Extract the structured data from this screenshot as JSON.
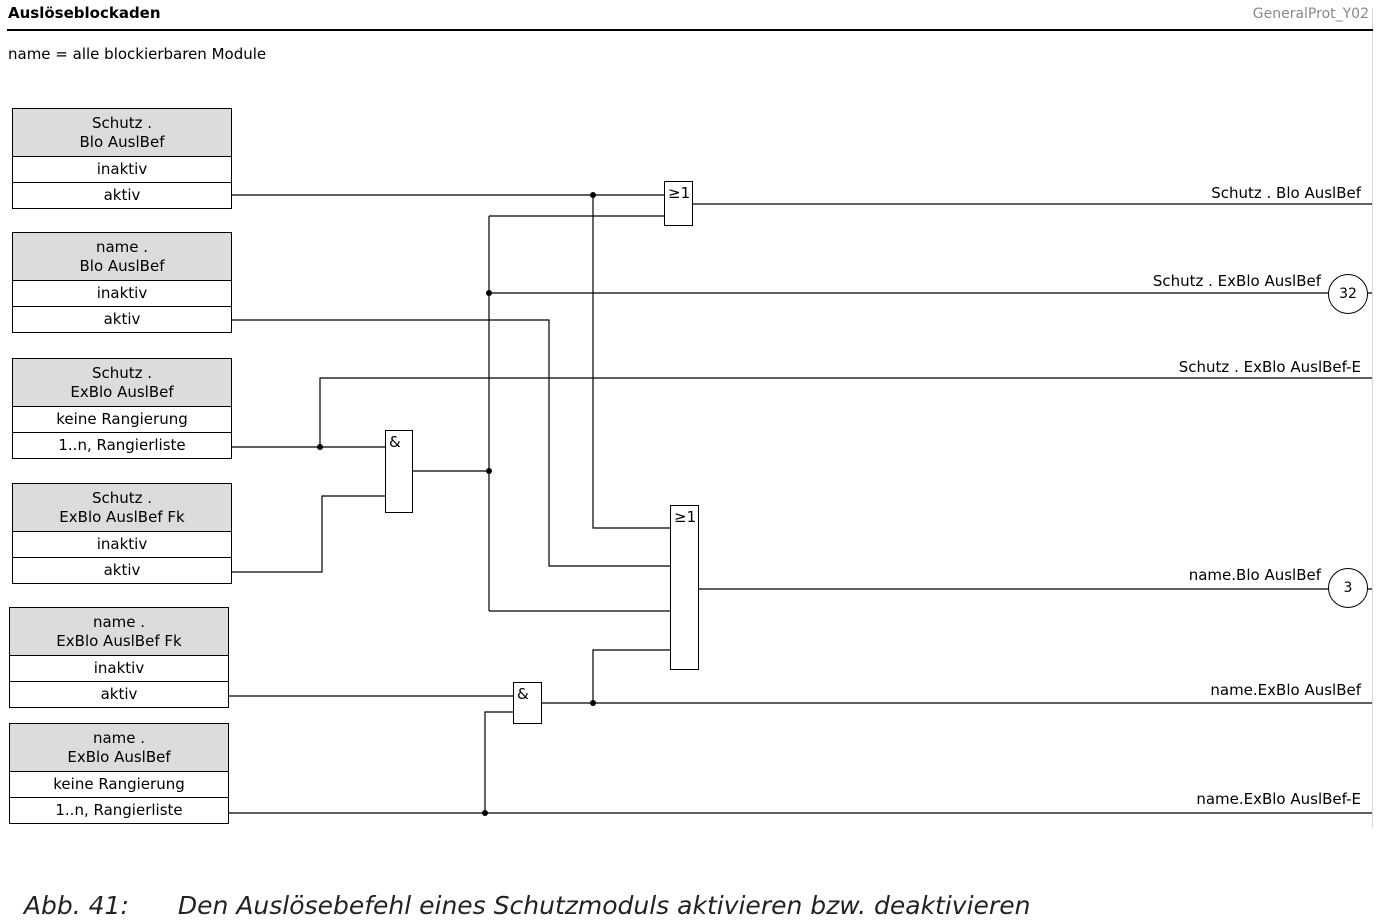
{
  "header": {
    "title": "Auslöseblockaden",
    "doc_id": "GeneralProt_Y02",
    "subtitle": "name = alle blockierbaren Module"
  },
  "param_boxes": [
    {
      "title": [
        "Schutz .",
        "Blo AuslBef"
      ],
      "options": [
        "inaktiv",
        "aktiv"
      ]
    },
    {
      "title": [
        "name .",
        "Blo AuslBef"
      ],
      "options": [
        "inaktiv",
        "aktiv"
      ]
    },
    {
      "title": [
        "Schutz .",
        "ExBlo AuslBef"
      ],
      "options": [
        "keine Rangierung",
        "1..n, Rangierliste"
      ]
    },
    {
      "title": [
        "Schutz .",
        "ExBlo AuslBef Fk"
      ],
      "options": [
        "inaktiv",
        "aktiv"
      ]
    },
    {
      "title": [
        "name .",
        "ExBlo AuslBef Fk"
      ],
      "options": [
        "inaktiv",
        "aktiv"
      ]
    },
    {
      "title": [
        "name .",
        "ExBlo AuslBef"
      ],
      "options": [
        "keine Rangierung",
        "1..n, Rangierliste"
      ]
    }
  ],
  "gates": {
    "or_top": "≥1",
    "and_upper": "&",
    "or_bottom": "≥1",
    "and_lower": "&"
  },
  "outputs": [
    {
      "label": "Schutz . Blo AuslBef",
      "ref": ""
    },
    {
      "label": "Schutz . ExBlo AuslBef",
      "ref": "32"
    },
    {
      "label": "Schutz . ExBlo AuslBef-E",
      "ref": ""
    },
    {
      "label": "name.Blo AuslBef",
      "ref": "3"
    },
    {
      "label": "name.ExBlo AuslBef",
      "ref": ""
    },
    {
      "label": "name.ExBlo AuslBef-E",
      "ref": ""
    }
  ],
  "caption": {
    "number": "Abb. 41:",
    "text": "Den Auslösebefehl eines Schutzmoduls aktivieren bzw. deaktivieren"
  }
}
